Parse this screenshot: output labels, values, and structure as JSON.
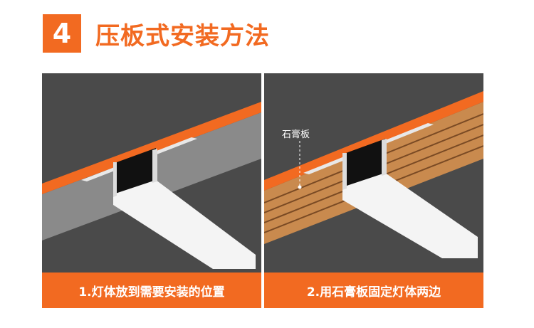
{
  "header": {
    "step_number": "4",
    "title": "压板式安装方法"
  },
  "panels": [
    {
      "caption": "1.灯体放到需要安装的位置"
    },
    {
      "caption": "2.用石膏板固定灯体两边",
      "annotation": "石膏板"
    }
  ],
  "colors": {
    "accent": "#f26a21",
    "background_dark": "#4a4a4a",
    "ceiling_gray": "#8a8a8a",
    "gypsum_wood": "#c98a4e",
    "fixture_white": "#f2f2f2",
    "fixture_inner": "#111111"
  }
}
